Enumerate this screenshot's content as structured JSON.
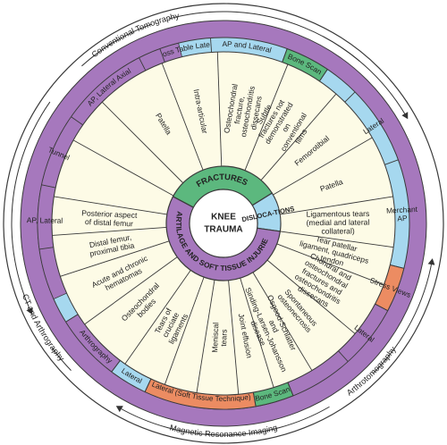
{
  "colors": {
    "purple": "#a678bd",
    "blue": "#a6d8ef",
    "green": "#5cb87e",
    "orange": "#ec8c62",
    "cream": "#fdfbe6",
    "line": "#3a3a3a"
  },
  "outer_ring": {
    "top": "Conventional Tomography",
    "bottom": "Magnetic Resonance Imaging",
    "left": "CT and Arthrography",
    "right": "Arthrotomography"
  },
  "modalities": {
    "cross_table_lateral": "Cross Table Lateral",
    "ap_lateral": "AP and Lateral",
    "bone_scan_top": "Bone Scan",
    "lateral_right": "Lateral",
    "merchant_ap": "Merchant AP",
    "stress_views": "Stress Views",
    "lateral_lower_right": "Lateral",
    "bone_scan_bottom": "Bone Scan",
    "lateral_soft_tissue": "Lateral (Soft Tissue Technique)",
    "lateral_bottom": "Lateral",
    "arthrography": "Arthrography",
    "ap_lateral_left": "AP, Lateral",
    "tunnel": "Tunnel",
    "ap_lateral_axial": "AP, Lateral Axial"
  },
  "segments": {
    "patella_upper": "Patella",
    "intra_articular": "Intra-articular",
    "osteochondral": "Osteochondral fracture, osteochondritis dissecans",
    "subtle_fractures": "Subtle fractures not demonstrated on conventional films",
    "femorotibial": "Femorotibial",
    "patella_right": "Patella",
    "ligamentous_tears": "Ligamentous tears (medial and lateral collateral)",
    "tear_patellar": "Tear patellar ligament, quadriceps tendon",
    "chondral": "Chondral and osteochondral fractures and osteochondritis dissecans",
    "spontaneous": "Spontaneous osteonecrosis",
    "osgood": "Osgood-Schlatter and Sinding-Larsen-Johansson disease",
    "joint_effusion": "Joint effusion",
    "meniscal": "Meniscal tears",
    "cruciate": "Tears of cruciate ligaments",
    "osteochondral_bodies": "Osteochondral bodies",
    "hematomas": "Acute and chronic hematomas",
    "distal_femur": "Distal femur, proximal tibia",
    "posterior_femur": "Posterior aspect of distal femur"
  },
  "categories": {
    "fractures": "FRACTURES",
    "dislocations": "DISLOCA-TIONS",
    "cartilage": "CARTILAGE AND SOFT TISSUE INJURIES"
  },
  "center": {
    "line1": "KNEE",
    "line2": "TRAUMA"
  }
}
